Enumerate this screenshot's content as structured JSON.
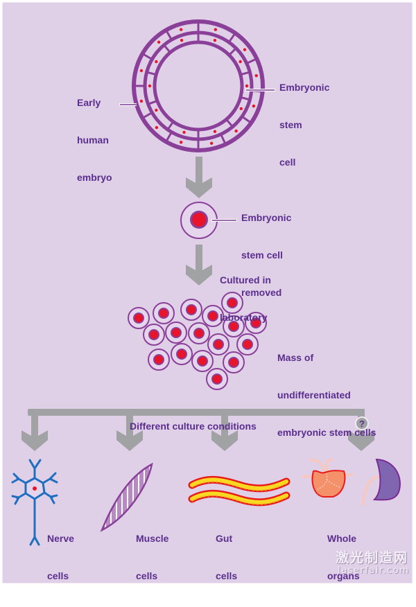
{
  "colors": {
    "background": "#dfd0e8",
    "border": "#ffffff",
    "embryo_purple": "#8a3f98",
    "label_purple": "#5b2d8e",
    "nucleus_red": "#e8142a",
    "arrow_gray": "#a0a2a4",
    "neuron_blue": "#1f6fc0",
    "gut_red": "#e81c1c",
    "gut_yellow": "#f8d820",
    "heart_fill": "#f4906a",
    "heart_outline": "#e81c1c",
    "organ_vessels": "#f6c8c0",
    "kidney_fill": "#8066b0",
    "kidney_outline": "#7a2a90"
  },
  "labels": {
    "early_embryo": [
      "Early",
      "human",
      "embryo"
    ],
    "embryonic_stem_cell": [
      "Embryonic",
      "stem",
      "cell"
    ],
    "stem_cell_removed": [
      "Embryonic",
      "stem cell",
      "removed"
    ],
    "cultured": [
      "Cultured in",
      "laboratory"
    ],
    "mass": [
      "Mass of",
      "undifferentiated",
      "embryonic stem cells"
    ],
    "culture_conditions": "Different culture conditions",
    "question_mark": "?",
    "outcomes": [
      {
        "name": "nerve",
        "lines": [
          "Nerve",
          "cells"
        ]
      },
      {
        "name": "muscle",
        "lines": [
          "Muscle",
          "cells"
        ]
      },
      {
        "name": "gut",
        "lines": [
          "Gut",
          "cells"
        ]
      },
      {
        "name": "organs",
        "lines": [
          "Whole",
          "organs"
        ]
      }
    ]
  },
  "watermark": {
    "chinese": "激光制造网",
    "url": "laserfair.com"
  }
}
